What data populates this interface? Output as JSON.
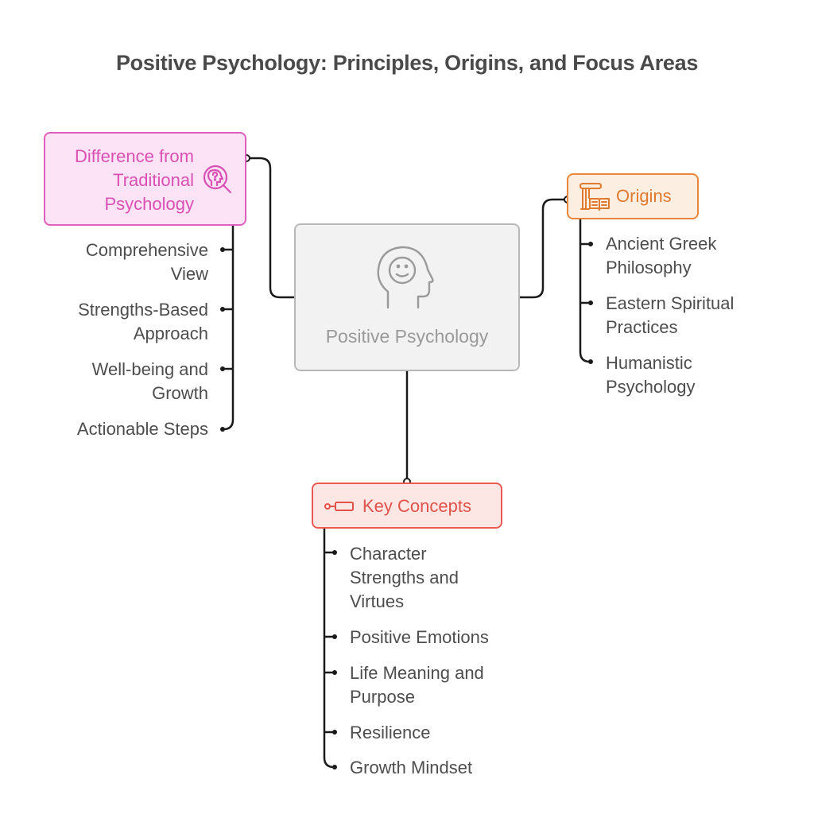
{
  "title": "Positive Psychology: Principles, Origins, and Focus Areas",
  "colors": {
    "pink": "#e05fbe",
    "orange": "#e8863a",
    "red": "#e85a52",
    "center": "#b8b8b8",
    "text": "#4d4d4d"
  },
  "center": {
    "label": "Positive Psychology",
    "icon": "head-smile-icon"
  },
  "branches": {
    "difference": {
      "label_lines": [
        "Difference from",
        "Traditional",
        "Psychology"
      ],
      "icon": "head-question-search-icon",
      "items": [
        [
          "Comprehensive",
          "View"
        ],
        [
          "Strengths-Based",
          "Approach"
        ],
        [
          "Well-being and",
          "Growth"
        ],
        [
          "Actionable Steps"
        ]
      ]
    },
    "origins": {
      "label": "Origins",
      "icon": "column-book-icon",
      "items": [
        [
          "Ancient Greek",
          "Philosophy"
        ],
        [
          "Eastern Spiritual",
          "Practices"
        ],
        [
          "Humanistic",
          "Psychology"
        ]
      ]
    },
    "key_concepts": {
      "label": "Key Concepts",
      "icon": "key-icon",
      "items": [
        [
          "Character",
          "Strengths and",
          "Virtues"
        ],
        [
          "Positive Emotions"
        ],
        [
          "Life Meaning and",
          "Purpose"
        ],
        [
          "Resilience"
        ],
        [
          "Growth Mindset"
        ]
      ]
    }
  }
}
